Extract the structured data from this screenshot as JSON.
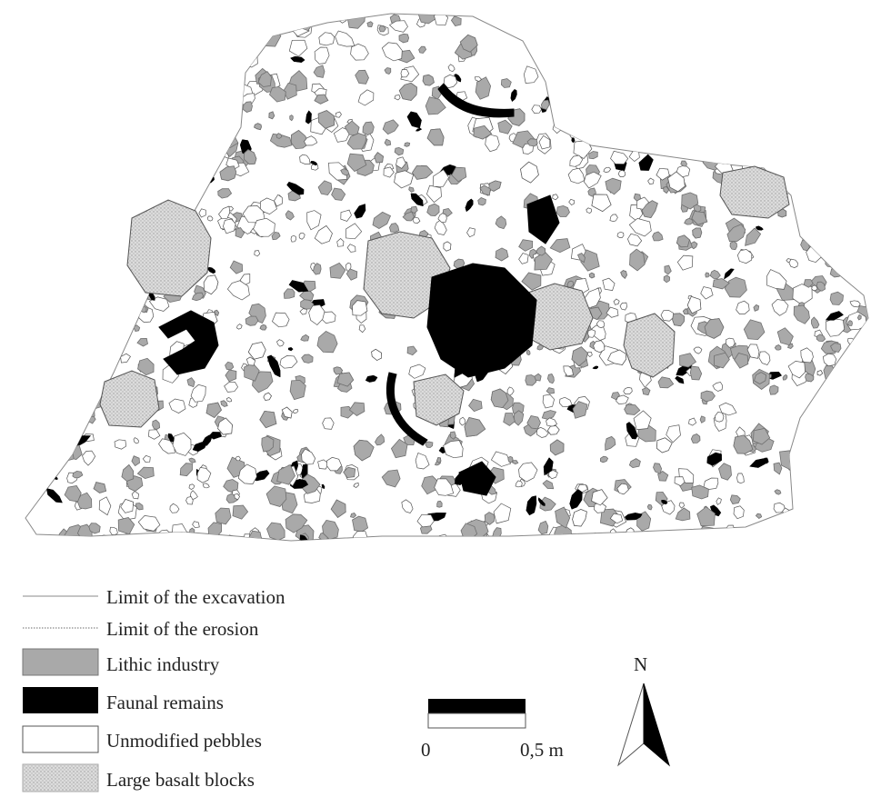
{
  "legend": {
    "items": [
      {
        "key": "excavation_limit",
        "label": "Limit of the excavation",
        "symbol": "solid-line"
      },
      {
        "key": "erosion_limit",
        "label": "Limit of the erosion",
        "symbol": "dotted-line"
      },
      {
        "key": "lithic",
        "label": "Lithic industry",
        "symbol": "grey-fill",
        "color": "#a9a9a9"
      },
      {
        "key": "faunal",
        "label": "Faunal remains",
        "symbol": "black-fill",
        "color": "#000000"
      },
      {
        "key": "pebbles",
        "label": "Unmodified pebbles",
        "symbol": "white-outline",
        "color": "#ffffff"
      },
      {
        "key": "basalt",
        "label": "Large basalt blocks",
        "symbol": "stippled-fill",
        "color": "#d9d9d9"
      }
    ]
  },
  "scale_bar": {
    "start_label": "0",
    "end_label": "0,5 m"
  },
  "north_arrow": {
    "label": "N"
  },
  "colors": {
    "lithic": "#a9a9a9",
    "faunal": "#000000",
    "pebble_stroke": "#555555",
    "basalt": "#d9d9d9",
    "outline": "#888888"
  }
}
